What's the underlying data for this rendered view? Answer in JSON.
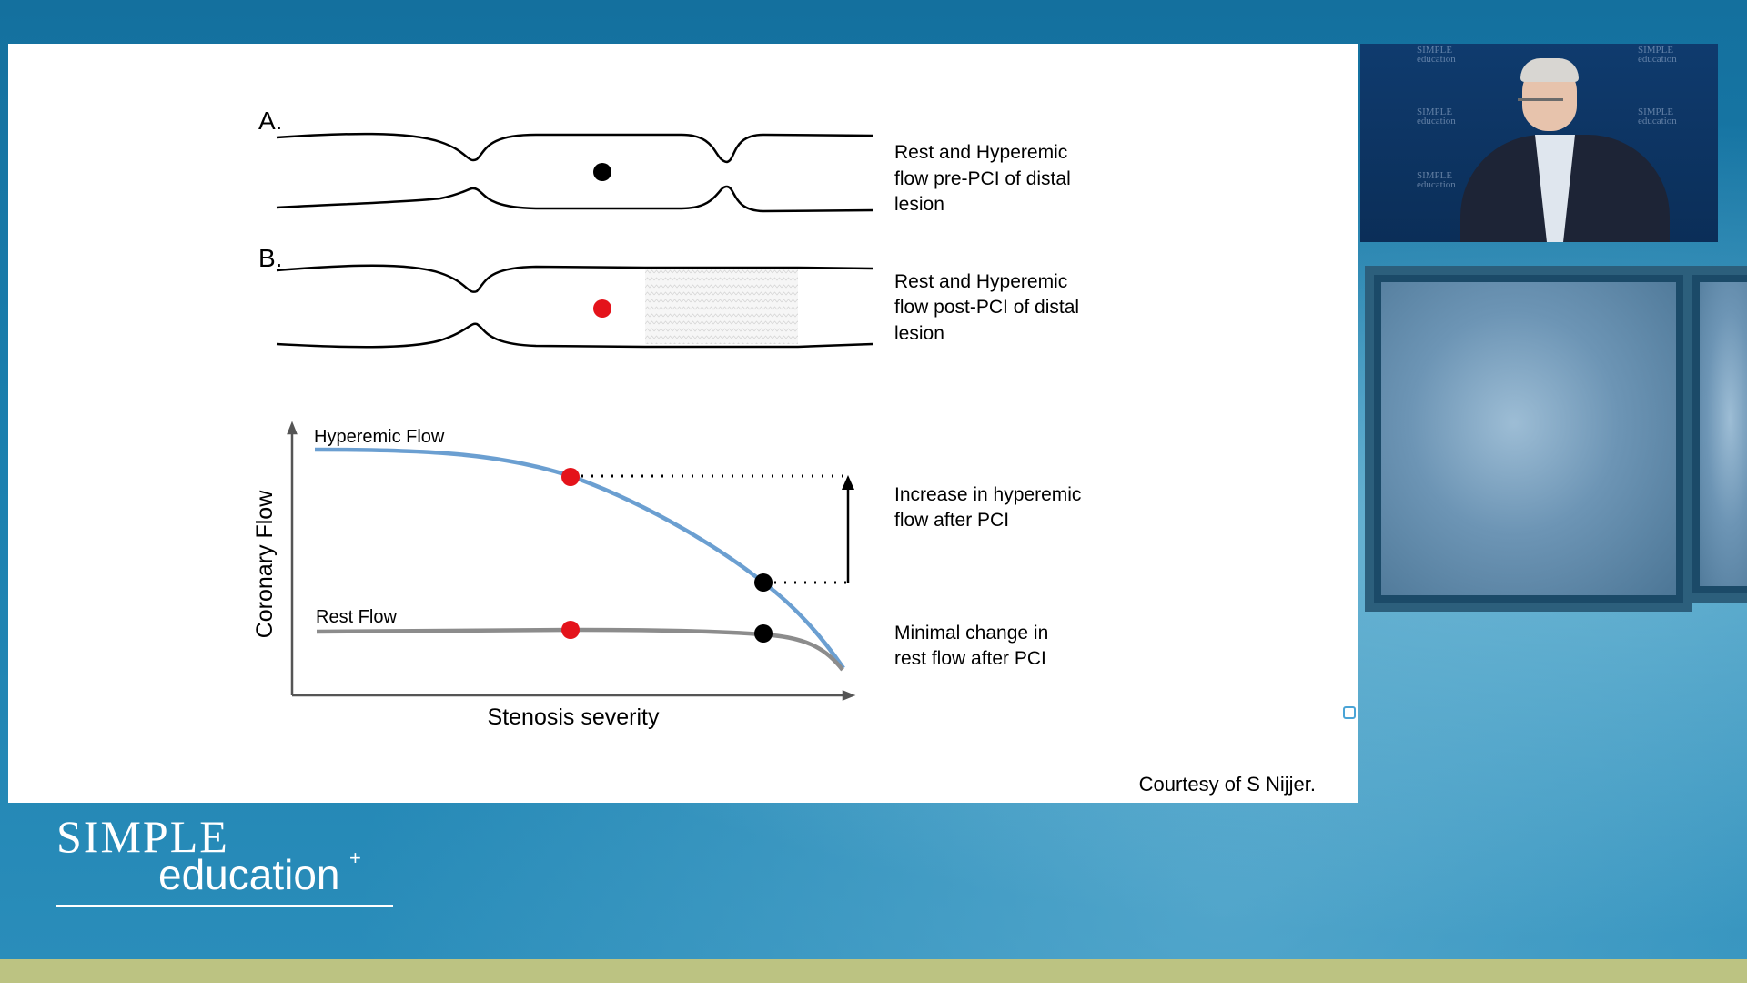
{
  "slide": {
    "panel_a": {
      "label": "A.",
      "caption": [
        "Rest and Hyperemic",
        "flow pre-PCI of distal",
        "lesion"
      ]
    },
    "panel_b": {
      "label": "B.",
      "caption": [
        "Rest and Hyperemic",
        "flow post-PCI of distal",
        "lesion"
      ]
    },
    "graph": {
      "ylabel": "Coronary Flow",
      "xlabel": "Stenosis severity",
      "hyperemic_label": "Hyperemic Flow",
      "rest_label": "Rest Flow",
      "note_increase": [
        "Increase in hyperemic",
        "flow after PCI"
      ],
      "note_minimal": [
        "Minimal change in",
        "rest flow after PCI"
      ]
    },
    "courtesy": "Courtesy of S Nijjer."
  },
  "logo": {
    "line1": "SIMPLE",
    "line2": "education",
    "plus": "+"
  },
  "pip": {
    "watermark": [
      "SIMPLE",
      "education"
    ]
  },
  "colors": {
    "hyperemic_curve": "#6b9fd1",
    "rest_curve": "#8c8c8c",
    "marker_red": "#e4131b",
    "marker_black": "#000000",
    "background_blue": "#1a78a5",
    "bottom_bar": "#bcc382"
  }
}
